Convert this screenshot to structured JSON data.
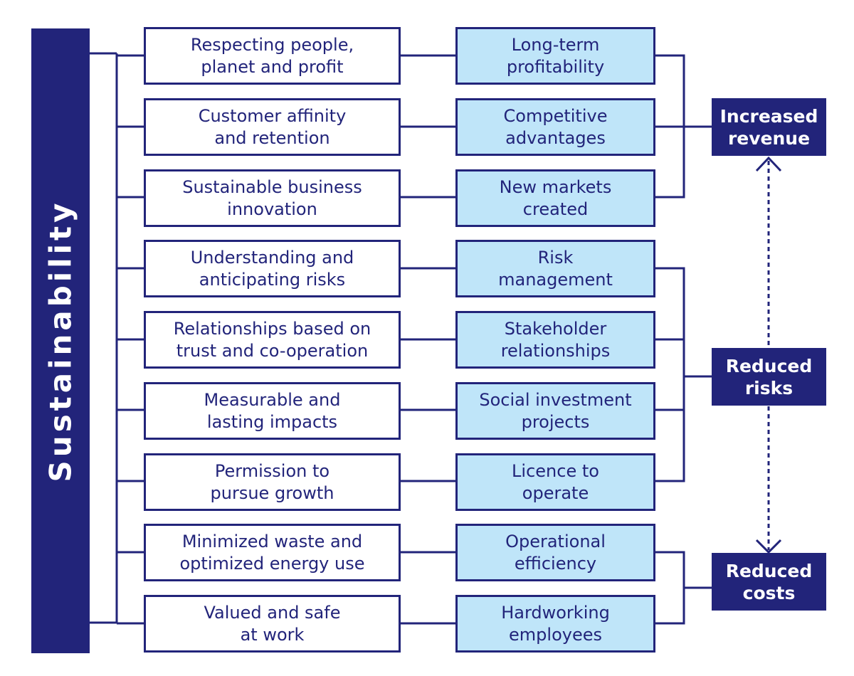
{
  "sustainability_label": "Sustainability",
  "drivers": [
    "Respecting people,\nplanet and profit",
    "Customer affinity\nand retention",
    "Sustainable business\ninnovation",
    "Understanding and\nanticipating risks",
    "Relationships based on\ntrust and co-operation",
    "Measurable and\nlasting impacts",
    "Permission to\npursue growth",
    "Minimized waste and\noptimized energy use",
    "Valued and safe\nat work"
  ],
  "benefits": [
    "Long-term\nprofitability",
    "Competitive\nadvantages",
    "New markets\ncreated",
    "Risk\nmanagement",
    "Stakeholder\nrelationships",
    "Social investment\nprojects",
    "Licence to\noperate",
    "Operational\nefficiency",
    "Hardworking\nemployees"
  ],
  "outcomes": {
    "revenue": "Increased\nrevenue",
    "risks": "Reduced\nrisks",
    "costs": "Reduced\ncosts"
  },
  "colors": {
    "navy": "#22247a",
    "light_blue": "#bfe5f9",
    "white": "#ffffff"
  }
}
